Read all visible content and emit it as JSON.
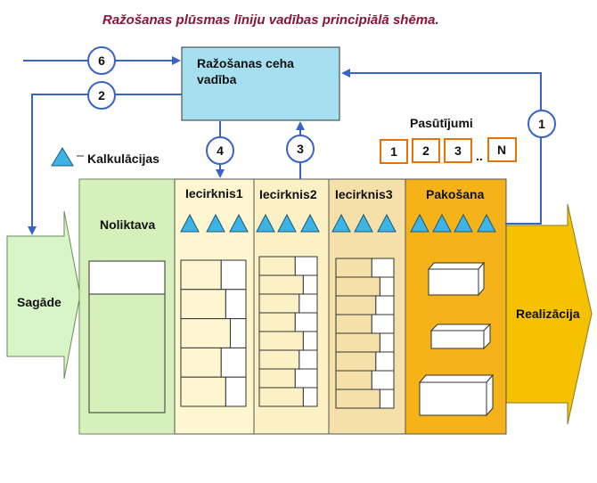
{
  "title": "Ražošanas plūsmas līniju vadības principiālā shēma.",
  "management": {
    "line1": "Ražošanas ceha",
    "line2": "vadība"
  },
  "legend": {
    "label": "Kalkulācijas"
  },
  "orders": {
    "title": "Pasūtījumi",
    "items": [
      "1",
      "2",
      "3",
      "N"
    ],
    "ellipsis": ".."
  },
  "flows": [
    "6",
    "2",
    "4",
    "3",
    "1"
  ],
  "supply": {
    "label": "Sagāde"
  },
  "sections": [
    {
      "label": "Noliktava"
    },
    {
      "label": "Iecirknis1"
    },
    {
      "label": "Iecirknis2"
    },
    {
      "label": "Iecirknis3"
    },
    {
      "label": "Pakošana"
    }
  ],
  "output": {
    "label": "Realizācija"
  },
  "colors": {
    "title": "#8b1538",
    "management": "#a6e0f0",
    "supply": "#d8f5c8",
    "warehouse": "#d6f0bc",
    "section1": "#fdf6d0",
    "section2": "#fbf1c4",
    "section3": "#f4e0a8",
    "packing": "#f5b219",
    "output": "#f6c200",
    "arrow": "#3a63c8",
    "triangle": "#3cb4e6",
    "order_border": "#e8710a"
  }
}
